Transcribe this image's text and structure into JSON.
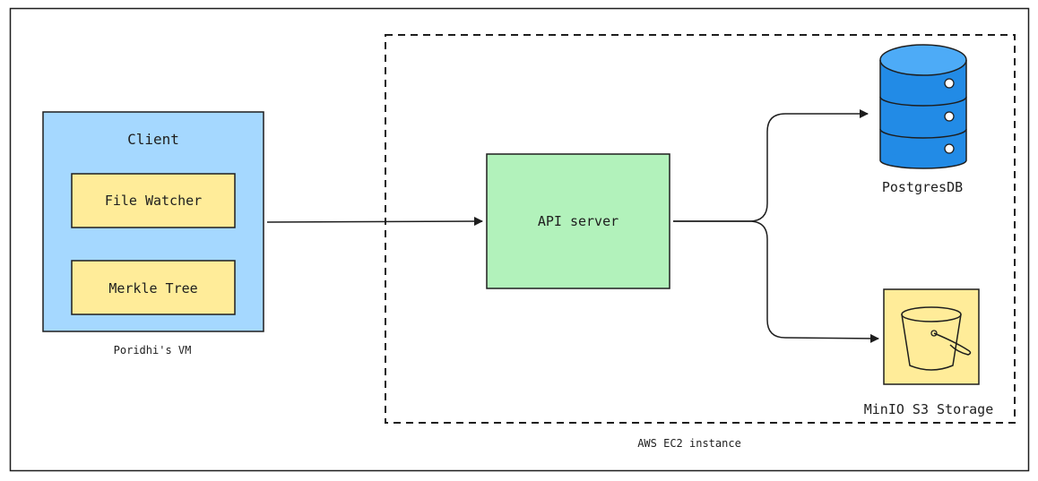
{
  "diagram": {
    "client": {
      "title": "Client",
      "components": [
        "File Watcher",
        "Merkle Tree"
      ],
      "caption": "Poridhi's VM"
    },
    "ec2": {
      "caption": "AWS EC2 instance",
      "api_server": "API server",
      "database": "PostgresDB",
      "storage": "MinIO S3 Storage"
    },
    "connections": [
      {
        "from": "Client",
        "to": "API server"
      },
      {
        "from": "API server",
        "to": "PostgresDB"
      },
      {
        "from": "API server",
        "to": "MinIO S3 Storage"
      }
    ]
  },
  "colors": {
    "client_fill": "#a5d8ff",
    "component_fill": "#ffec99",
    "server_fill": "#b2f2bb",
    "db_fill": "#228be6",
    "storage_fill": "#ffec99",
    "stroke": "#1e1e1e"
  }
}
